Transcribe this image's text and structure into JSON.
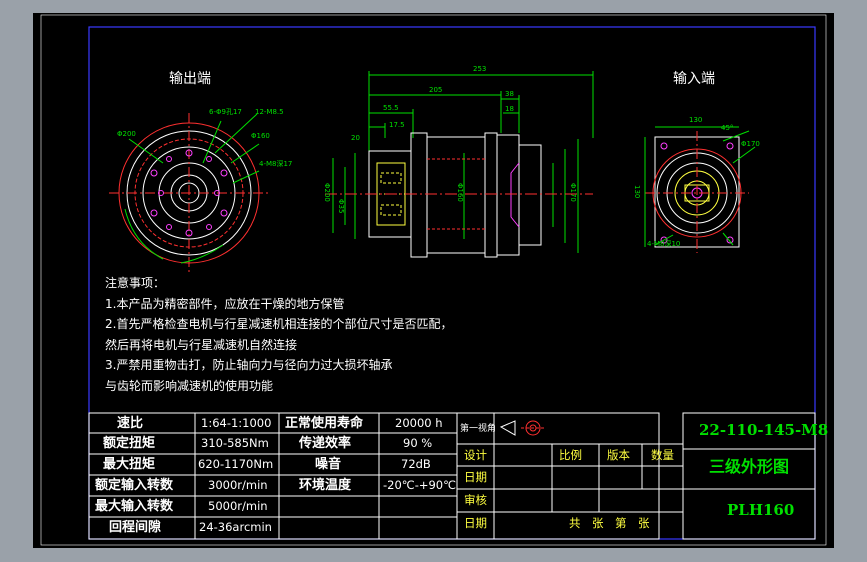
{
  "views": {
    "output_title": "输出端",
    "input_title": "输入端"
  },
  "notes": {
    "heading": "注意事项：",
    "lines": [
      "1.本产品为精密部件，应放在干燥的地方保管",
      "2.首先严格检查电机与行星减速机相连接的个部位尺寸是否匹配，",
      "然后再将电机与行星减速机自然连接",
      "3.严禁用重物击打，防止轴向力与径向力过大损坏轴承",
      "与齿轮而影响减速机的使用功能"
    ]
  },
  "specs": [
    {
      "label": "速比",
      "value": "1:64-1:1000"
    },
    {
      "label": "额定扭矩",
      "value": "310-585Nm"
    },
    {
      "label": "最大扭矩",
      "value": "620-1170Nm"
    },
    {
      "label": "额定输入转数",
      "value": "3000r/min"
    },
    {
      "label": "最大输入转数",
      "value": "5000r/min"
    },
    {
      "label": "回程间隙",
      "value": "24-36arcmin"
    }
  ],
  "specs2": [
    {
      "label": "正常使用寿命",
      "value": "20000 h"
    },
    {
      "label": "传递效率",
      "value": "90 %"
    },
    {
      "label": "噪音",
      "value": "72dB"
    },
    {
      "label": "环境温度",
      "value": "-20℃-+90℃"
    }
  ],
  "titleblock": {
    "projection": "第一视角",
    "design": "设计",
    "check": "日期",
    "review": "审核",
    "date": "日期",
    "scale": "比例",
    "version": "版本",
    "quantity": "数量",
    "sheets": "共　张　第　张",
    "drawing_no": "22-110-145-M8",
    "drawing_name": "三级外形图",
    "model": "PLH160"
  },
  "dims": {
    "front_d1": "Φ200",
    "front_d2": "6-Φ9孔17",
    "front_d3": "12-M8.5",
    "front_d4": "Φ160",
    "front_d5": "4-M8深17",
    "side_l1": "253",
    "side_l2": "205",
    "side_l3": "38",
    "side_l4": "55.5",
    "side_l5": "17.5",
    "side_l6": "18",
    "side_l7": "20",
    "side_d1": "Φ200",
    "side_d2": "Φ160",
    "side_d3": "Φ170",
    "side_d4": "Φ35",
    "input_w": "130",
    "input_ang": "45°",
    "input_d": "Φ170",
    "input_h": "130",
    "input_d2": "4-M8深10"
  }
}
